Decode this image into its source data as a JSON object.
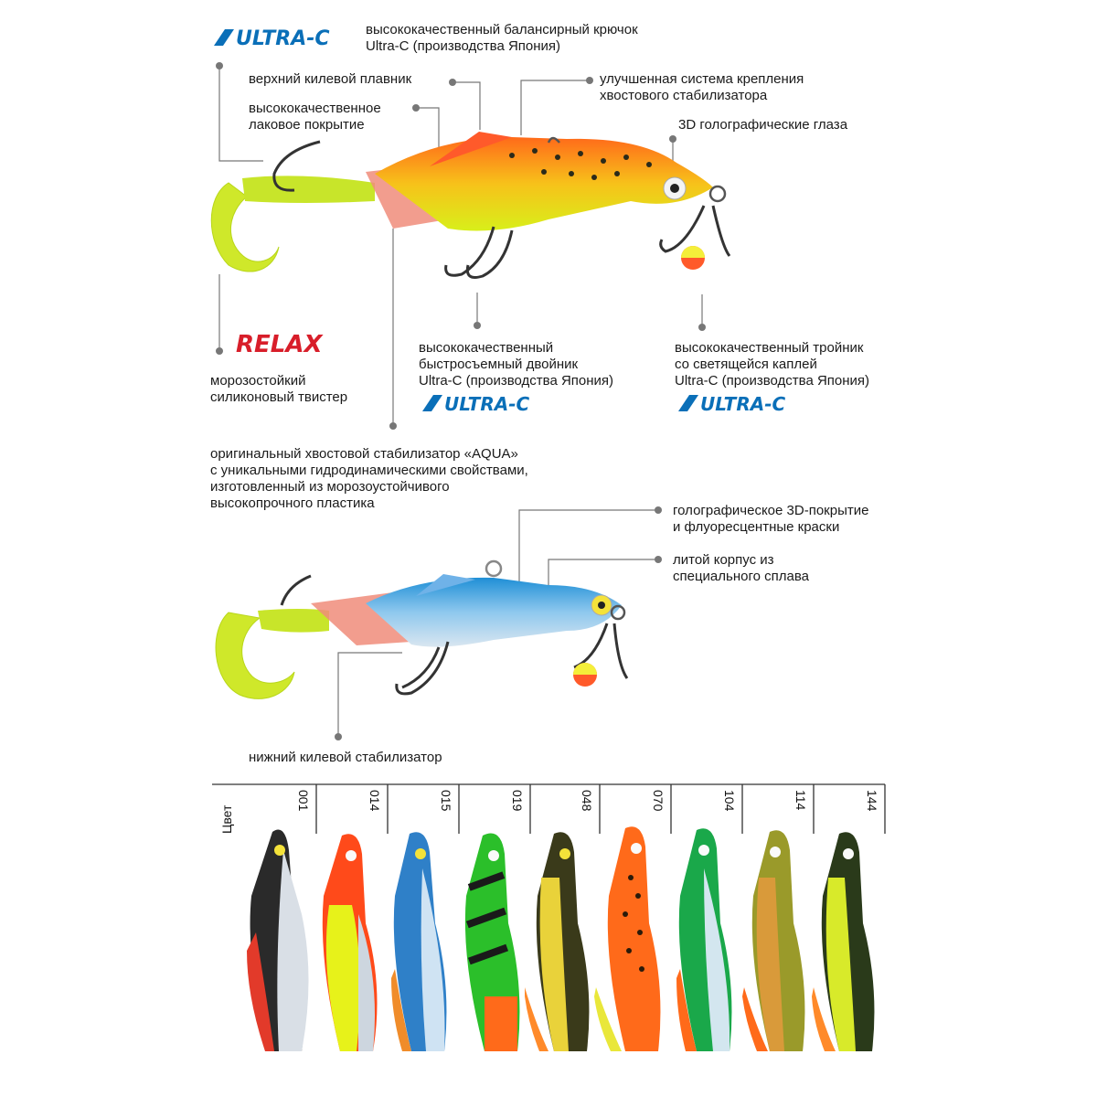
{
  "brand_top": "ULTRA-C",
  "labels": {
    "hook_top": [
      "высококачественный балансирный крючок",
      "Ultra-C (производства Япония)"
    ],
    "fin": "верхний килевой плавник",
    "lacquer": [
      "высококачественное",
      "лаковое покрытие"
    ],
    "mount": [
      "улучшенная система крепления",
      "хвостового стабилизатора"
    ],
    "eyes": "3D голографические глаза",
    "twister": [
      "морозостойкий",
      "силиконовый твистер"
    ],
    "double": [
      "высококачественный",
      "быстросъемный двойник",
      "Ultra-C (производства Япония)"
    ],
    "treble": [
      "высококачественный тройник",
      "со светящейся каплей",
      "Ultra-C (производства Япония)"
    ],
    "aqua": [
      "оригинальный хвостовой стабилизатор «AQUA»",
      "с уникальными гидродинамическими свойствами,",
      "изготовленный из морозоустойчивого",
      "высокопрочного пластика"
    ],
    "holo": [
      "голографическое 3D-покрытие",
      "и флуоресцентные краски"
    ],
    "body": [
      "литой корпус из",
      "специального сплава"
    ],
    "lower_keel": "нижний килевой стабилизатор"
  },
  "brand_relax": "RELAX",
  "brand_double": "ULTRA-C",
  "brand_treble": "ULTRA-C",
  "colors_title": "Цвет",
  "color_codes": [
    "001",
    "014",
    "015",
    "019",
    "048",
    "070",
    "104",
    "114",
    "144"
  ],
  "accent": "#0a6fb8"
}
